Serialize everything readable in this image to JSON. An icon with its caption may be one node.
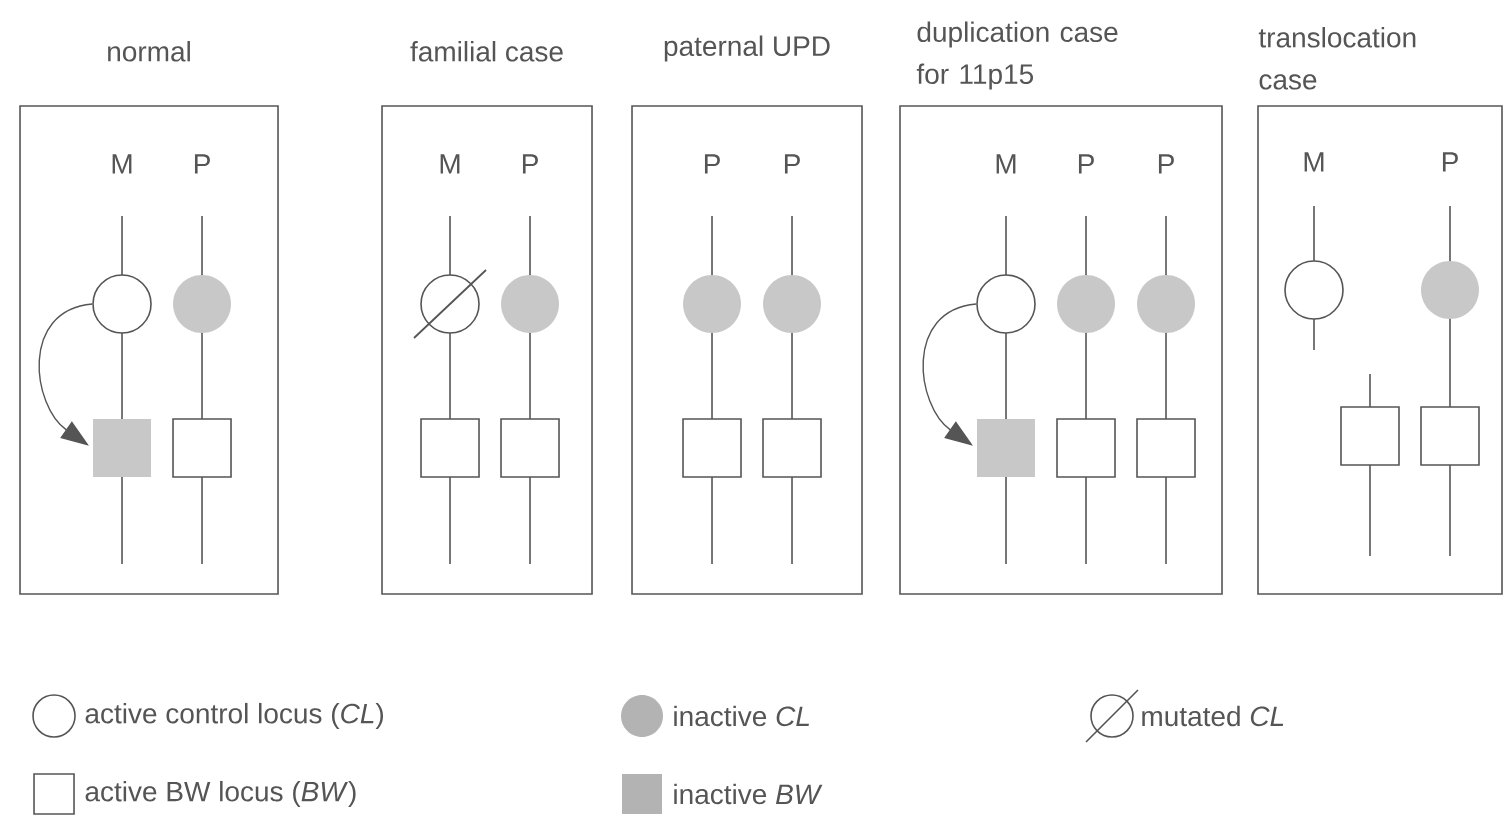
{
  "diagram": {
    "nodes": [
      {
        "text": [
          "normal"
        ]
      },
      {
        "text": [],
        "shape": "circle",
        "in": 0
      },
      {
        "text": [],
        "shape": "circle",
        "in": 0
      },
      {
        "text": [],
        "shape": "box",
        "in": 0
      },
      {
        "text": [],
        "shape": "box",
        "in": 0
      },
      {
        "text": [
          "familial case"
        ]
      },
      {
        "text": [],
        "shape": "circle",
        "in": 5
      },
      {
        "text": [],
        "shape": "circle",
        "in": 5
      },
      {
        "text": [],
        "shape": "box",
        "in": 5
      },
      {
        "text": [],
        "shape": "box",
        "in": 5
      },
      {
        "text": [
          "paternal UPD"
        ]
      },
      {
        "text": [],
        "shape": "circle",
        "in": 10
      },
      {
        "text": [],
        "shape": "circle",
        "in": 10
      },
      {
        "text": [],
        "shape": "box",
        "in": 10
      },
      {
        "text": [],
        "shape": "box",
        "in": 10
      },
      {
        "text": [
          "duplication case for 11p15"
        ]
      },
      {
        "text": [],
        "shape": "circle",
        "in": 15
      },
      {
        "text": [],
        "shape": "circle",
        "in": 15
      },
      {
        "text": [],
        "shape": "circle",
        "in": 15
      },
      {
        "text": [],
        "shape": "box",
        "in": 15
      },
      {
        "text": [],
        "shape": "box",
        "in": 15
      },
      {
        "text": [],
        "shape": "box",
        "in": 15
      },
      {
        "text": [
          "translocation case"
        ]
      },
      {
        "text": [],
        "shape": "circle",
        "in": 22
      },
      {
        "text": [],
        "shape": "circle",
        "in": 22
      },
      {
        "text": [],
        "shape": "box",
        "in": 22
      },
      {
        "text": [],
        "shape": "box",
        "in": 22
      }
    ],
    "edges": [
      {
        "from": 1,
        "to": 3,
        "arrow": "to"
      },
      {
        "from": 16,
        "to": 19,
        "arrow": "to"
      }
    ],
    "labels": [
      "M",
      "P",
      "M",
      "P",
      "P",
      "P",
      "M",
      "P",
      "P",
      "M",
      "P"
    ],
    "legend": [
      {
        "text": "active control locus (*CL*)"
      },
      {
        "text": "inactive *CL*",
        "color": "#b3b3b3"
      },
      {
        "text": "mutated *CL*"
      },
      {
        "text": "active BW locus (*BW*)"
      },
      {
        "text": "inactive *BW*",
        "color": "#b3b3b3"
      }
    ]
  }
}
